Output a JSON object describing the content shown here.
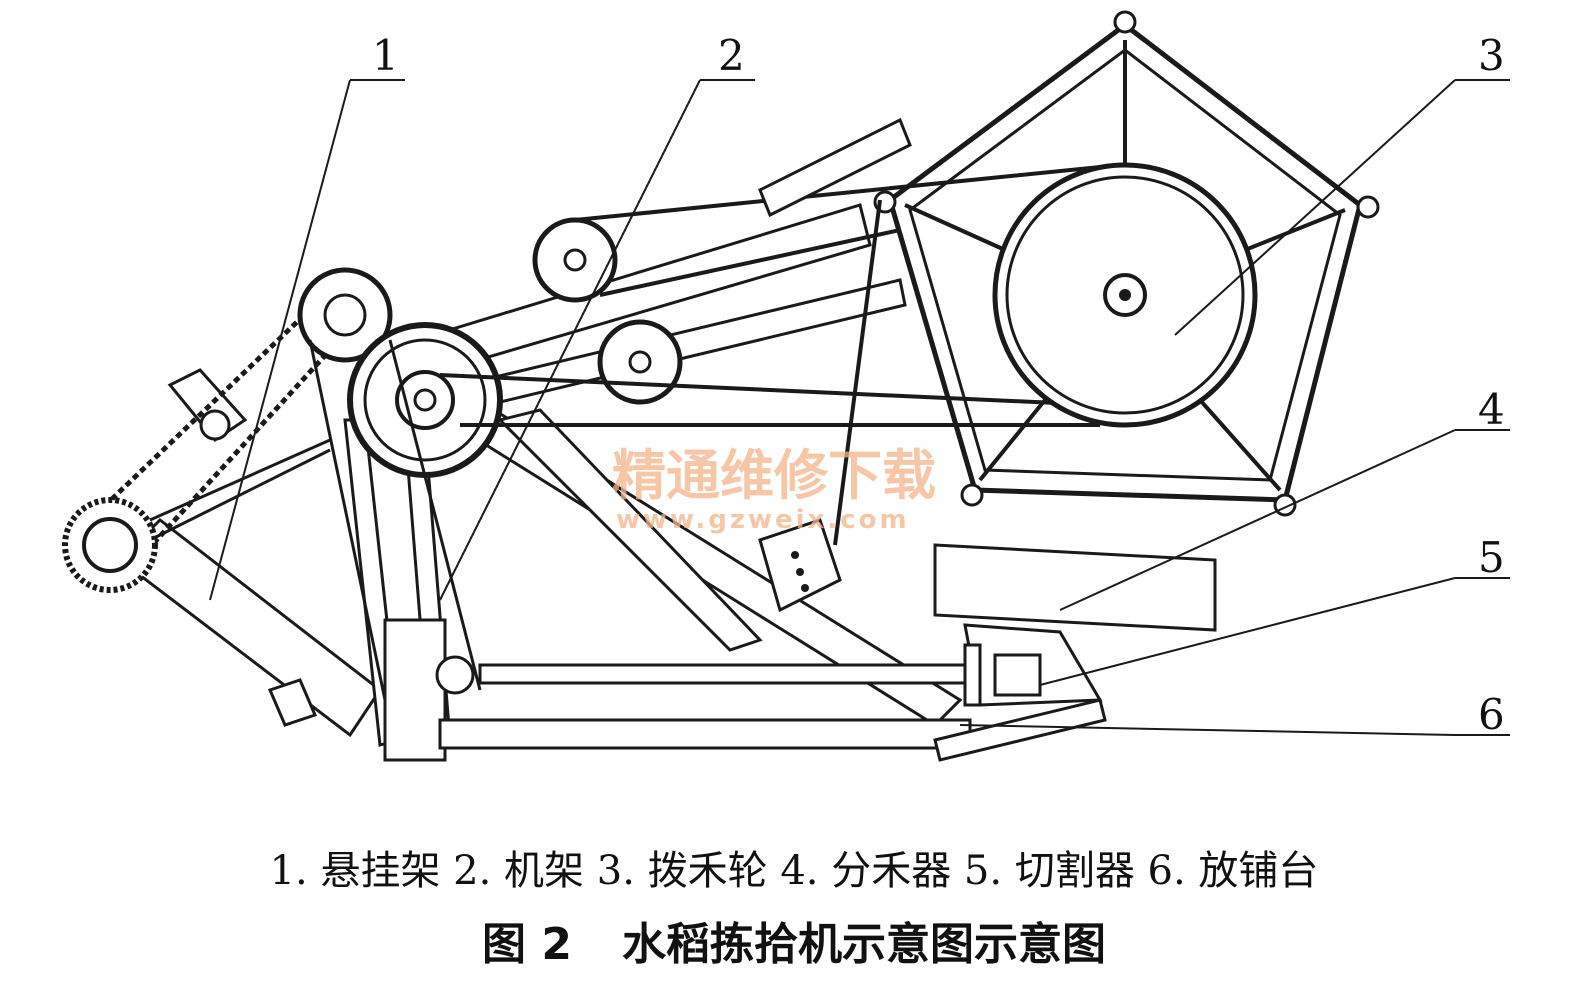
{
  "figure": {
    "label": "图 2",
    "title": "水稻拣拾机示意图示意图",
    "legend": "1. 悬挂架 2. 机架 3. 拨禾轮 4. 分禾器 5. 切割器 6. 放铺台"
  },
  "callouts": [
    {
      "number": "1",
      "part": "悬挂架"
    },
    {
      "number": "2",
      "part": "机架"
    },
    {
      "number": "3",
      "part": "拨禾轮"
    },
    {
      "number": "4",
      "part": "分禾器"
    },
    {
      "number": "5",
      "part": "切割器"
    },
    {
      "number": "6",
      "part": "放铺台"
    }
  ],
  "watermark": {
    "text": "精通维修下载",
    "url": "www.gzweix.com"
  },
  "colors": {
    "line": "#1a1a1a",
    "watermark": "#f3b48a",
    "background": "#ffffff"
  }
}
